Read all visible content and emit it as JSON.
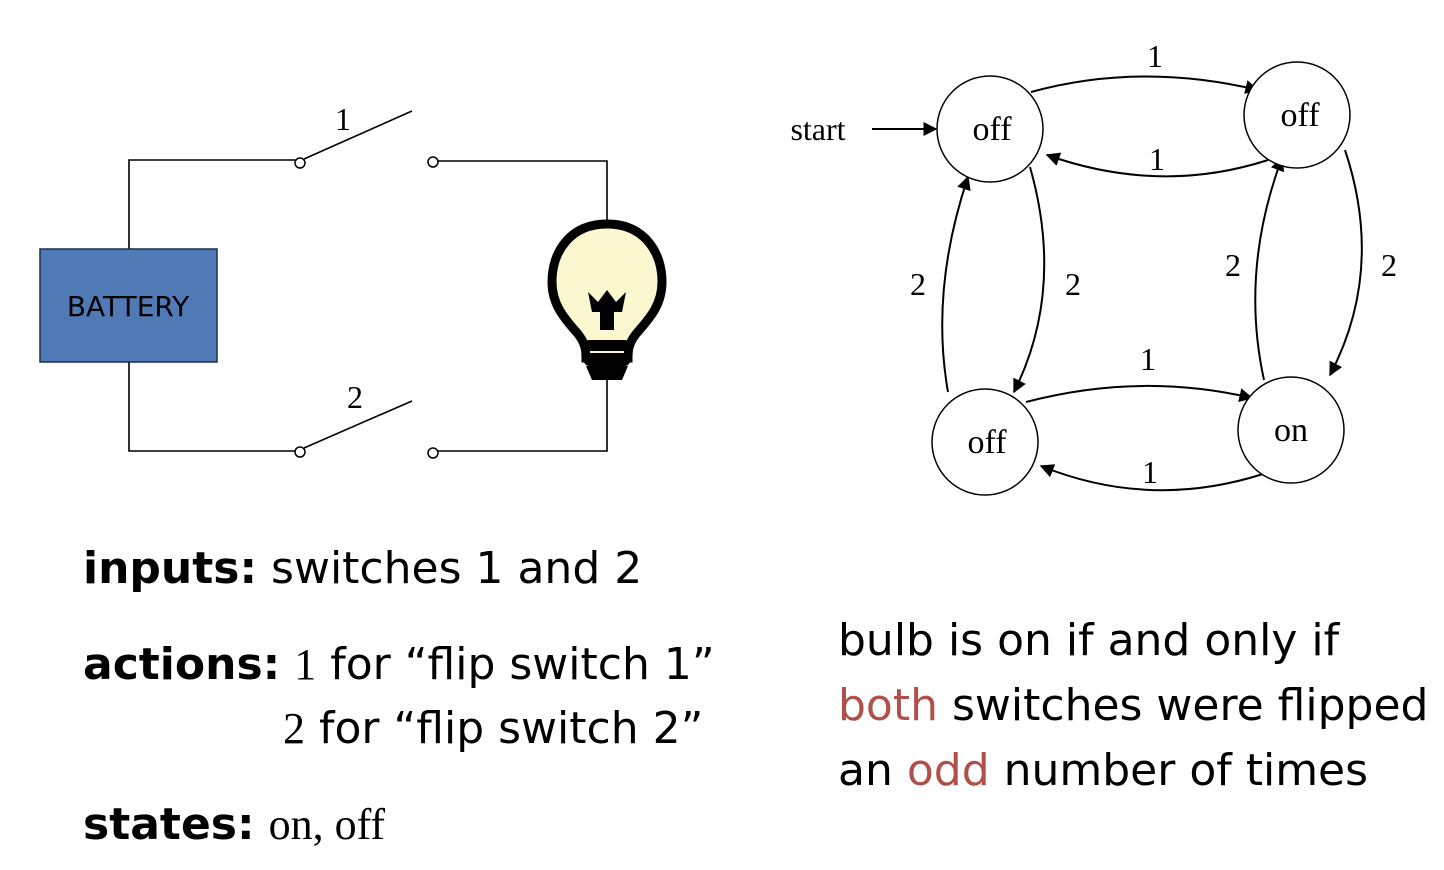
{
  "circuit": {
    "battery_label": "BATTERY",
    "switch1_label": "1",
    "switch2_label": "2",
    "colors": {
      "battery_fill": "#4f7ab6",
      "bulb_glass": "#fbf8d0"
    },
    "icons": [
      "battery",
      "switch",
      "light-bulb-icon"
    ]
  },
  "fsm": {
    "start_label": "start",
    "states": {
      "top_left": "off",
      "top_right": "off",
      "bottom_left": "off",
      "bottom_right": "on"
    },
    "edge_labels": {
      "tl_to_tr": "1",
      "tr_to_tl": "1",
      "bl_to_br": "1",
      "br_to_bl": "1",
      "bl_to_tl": "2",
      "tl_to_bl": "2",
      "br_to_tr": "2",
      "tr_to_br": "2"
    }
  },
  "text": {
    "inputs_key": "inputs:",
    "inputs_value": "switches 1 and 2",
    "actions_key": "actions:",
    "action1_num": "1",
    "action1_text": "for “flip switch 1”",
    "action2_num": "2",
    "action2_text": "for “flip switch 2”",
    "states_key": "states:",
    "states_value": "on, off"
  },
  "rule": {
    "line1": "bulb is on if and only if",
    "line2_accent": "both",
    "line2_rest": " switches were flipped",
    "line3_start": "an ",
    "line3_accent": "odd",
    "line3_rest": " number of times",
    "accent_color": "#b0504a"
  }
}
